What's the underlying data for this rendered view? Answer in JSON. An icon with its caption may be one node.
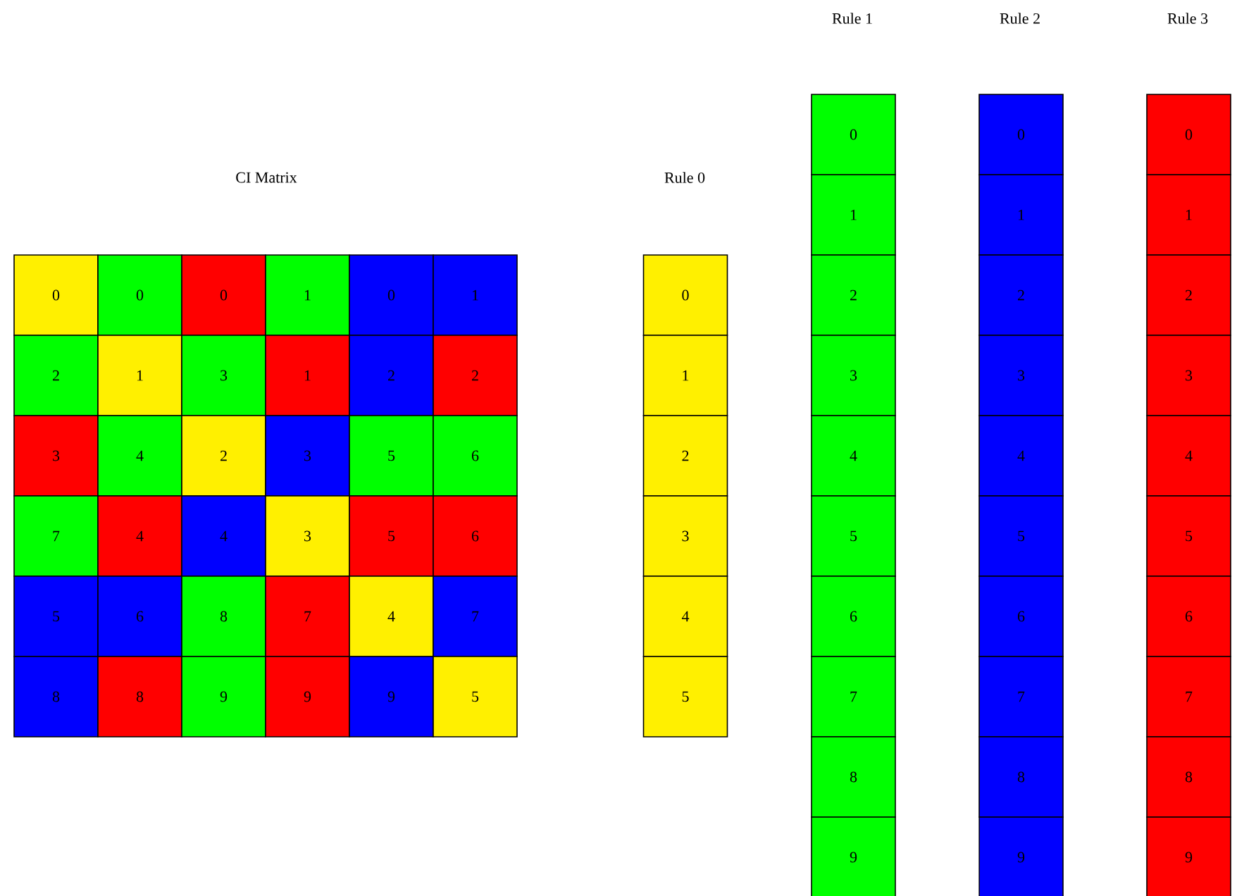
{
  "diagram": {
    "nodes": [
      {
        "text": [
          "0"
        ]
      },
      {
        "text": [
          "0"
        ]
      },
      {
        "text": [
          "0"
        ]
      },
      {
        "text": [
          "1"
        ]
      },
      {
        "text": [
          "0"
        ]
      },
      {
        "text": [
          "1"
        ]
      },
      {
        "text": [
          "2"
        ]
      },
      {
        "text": [
          "1"
        ]
      },
      {
        "text": [
          "3"
        ]
      },
      {
        "text": [
          "1"
        ]
      },
      {
        "text": [
          "2"
        ]
      },
      {
        "text": [
          "2"
        ]
      },
      {
        "text": [
          "3"
        ]
      },
      {
        "text": [
          "4"
        ]
      },
      {
        "text": [
          "2"
        ]
      },
      {
        "text": [
          "3"
        ]
      },
      {
        "text": [
          "5"
        ]
      },
      {
        "text": [
          "6"
        ]
      },
      {
        "text": [
          "7"
        ]
      },
      {
        "text": [
          "4"
        ]
      },
      {
        "text": [
          "4"
        ]
      },
      {
        "text": [
          "3"
        ]
      },
      {
        "text": [
          "5"
        ]
      },
      {
        "text": [
          "6"
        ]
      },
      {
        "text": [
          "5"
        ]
      },
      {
        "text": [
          "6"
        ]
      },
      {
        "text": [
          "8"
        ]
      },
      {
        "text": [
          "7"
        ]
      },
      {
        "text": [
          "4"
        ]
      },
      {
        "text": [
          "7"
        ]
      },
      {
        "text": [
          "8"
        ]
      },
      {
        "text": [
          "8"
        ]
      },
      {
        "text": [
          "9"
        ]
      },
      {
        "text": [
          "9"
        ]
      },
      {
        "text": [
          "9"
        ]
      },
      {
        "text": [
          "5"
        ]
      },
      {
        "text": [
          "0"
        ]
      },
      {
        "text": [
          "1"
        ]
      },
      {
        "text": [
          "2"
        ]
      },
      {
        "text": [
          "3"
        ]
      },
      {
        "text": [
          "4"
        ]
      },
      {
        "text": [
          "5"
        ]
      },
      {
        "text": [
          "0"
        ]
      },
      {
        "text": [
          "1"
        ]
      },
      {
        "text": [
          "2"
        ]
      },
      {
        "text": [
          "3"
        ]
      },
      {
        "text": [
          "4"
        ]
      },
      {
        "text": [
          "5"
        ]
      },
      {
        "text": [
          "6"
        ]
      },
      {
        "text": [
          "7"
        ]
      },
      {
        "text": [
          "8"
        ]
      },
      {
        "text": [
          "9"
        ]
      },
      {
        "text": [
          "0"
        ]
      },
      {
        "text": [
          "1"
        ]
      },
      {
        "text": [
          "2"
        ]
      },
      {
        "text": [
          "3"
        ]
      },
      {
        "text": [
          "4"
        ]
      },
      {
        "text": [
          "5"
        ]
      },
      {
        "text": [
          "6"
        ]
      },
      {
        "text": [
          "7"
        ]
      },
      {
        "text": [
          "8"
        ]
      },
      {
        "text": [
          "9"
        ]
      },
      {
        "text": [
          "0"
        ]
      },
      {
        "text": [
          "1"
        ]
      },
      {
        "text": [
          "2"
        ]
      },
      {
        "text": [
          "3"
        ]
      },
      {
        "text": [
          "4"
        ]
      },
      {
        "text": [
          "5"
        ]
      },
      {
        "text": [
          "6"
        ]
      },
      {
        "text": [
          "7"
        ]
      },
      {
        "text": [
          "8"
        ]
      },
      {
        "text": [
          "9"
        ]
      }
    ],
    "labels": [
      "Rule 1",
      "Rule 2",
      "Rule 3",
      "CI Matrix",
      "Rule 0"
    ]
  }
}
